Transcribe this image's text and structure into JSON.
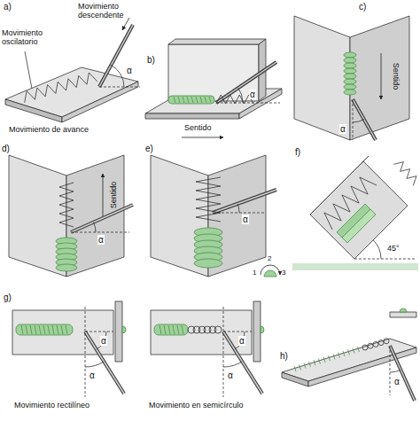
{
  "diagram": {
    "labels": [
      "a)",
      "Movimiento descendente",
      "Movimiento oscilatorio",
      "Movimiento de avance",
      "α",
      "b)",
      "Sentido",
      "α",
      "c)",
      "Sentido",
      "α",
      "d)",
      "Sentido",
      "α",
      "e)",
      "1",
      "2",
      "3",
      "α",
      "f)",
      "45°",
      "g)",
      "α",
      "α",
      "Movimiento rectilíneo",
      "α",
      "α",
      "Movimiento en semicírculo",
      "h)",
      "α"
    ]
  }
}
